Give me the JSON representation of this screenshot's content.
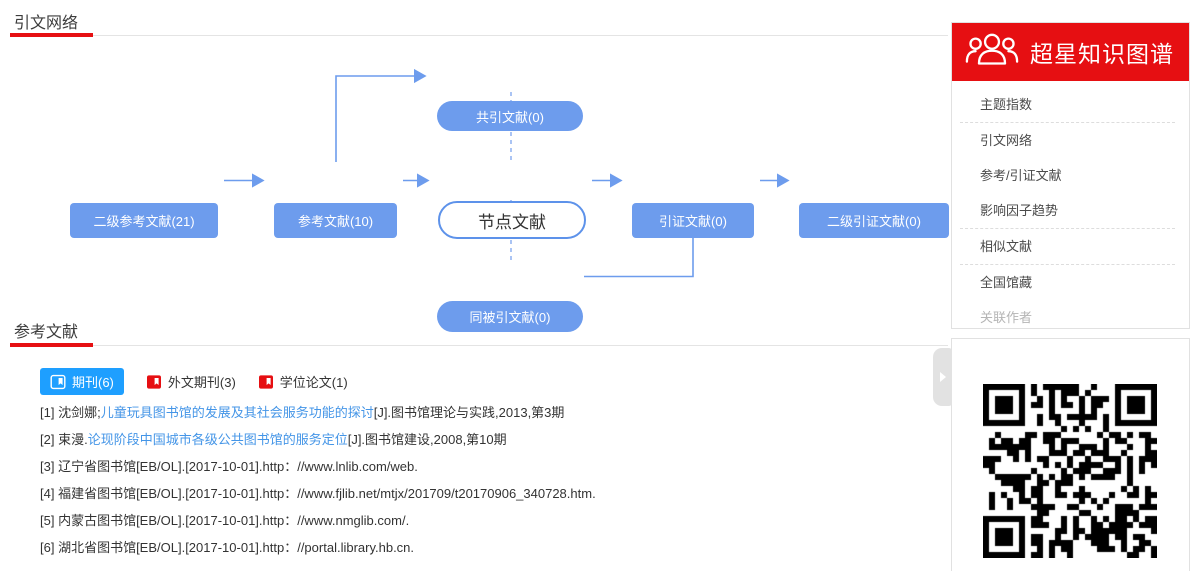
{
  "sections": {
    "citation_network_title": "引文网络",
    "references_title": "参考文献"
  },
  "diagram": {
    "nodes": {
      "secondary_refs": {
        "label": "二级参考文献(21)"
      },
      "refs": {
        "label": "参考文献(10)"
      },
      "node_doc": {
        "label": "节点文献"
      },
      "citing": {
        "label": "引证文献(0)"
      },
      "secondary_citing": {
        "label": "二级引证文献(0)"
      },
      "co_cited": {
        "label": "共引文献(0)"
      },
      "co_citing": {
        "label": "同被引文献(0)"
      }
    }
  },
  "tabs": [
    {
      "label": "期刊(6)",
      "selected": true
    },
    {
      "label": "外文期刊(3)",
      "selected": false
    },
    {
      "label": "学位论文(1)",
      "selected": false
    }
  ],
  "references": [
    {
      "prefix": "[1] 沈剑娜;",
      "link": "儿童玩具图书馆的发展及其社会服务功能的探讨",
      "suffix": "[J].图书馆理论与实践,2013,第3期"
    },
    {
      "prefix": "[2] 束漫.",
      "link": "论现阶段中国城市各级公共图书馆的服务定位",
      "suffix": "[J].图书馆建设,2008,第10期"
    },
    {
      "prefix": "[3] 辽宁省图书馆[EB/OL].[2017-10-01].http：//www.lnlib.com/web.",
      "link": "",
      "suffix": ""
    },
    {
      "prefix": "[4] 福建省图书馆[EB/OL].[2017-10-01].http：//www.fjlib.net/mtjx/201709/t20170906_340728.htm.",
      "link": "",
      "suffix": ""
    },
    {
      "prefix": "[5] 内蒙古图书馆[EB/OL].[2017-10-01].http：//www.nmglib.com/.",
      "link": "",
      "suffix": ""
    },
    {
      "prefix": "[6] 湖北省图书馆[EB/OL].[2017-10-01].http：//portal.library.hb.cn.",
      "link": "",
      "suffix": ""
    }
  ],
  "sidebar": {
    "brand": "超星知识图谱",
    "menu": [
      {
        "label": "主题指数"
      },
      {
        "label": "引文网络"
      },
      {
        "label": "参考/引证文献"
      },
      {
        "label": "影响因子趋势"
      },
      {
        "label": "相似文献"
      },
      {
        "label": "全国馆藏"
      },
      {
        "label": "关联作者"
      }
    ]
  },
  "icons": {
    "logo": "three-people-icon",
    "tab_icon": "journal-book-icon",
    "handle": "collapse-arrow-icon",
    "qr": "qr-code"
  },
  "colors": {
    "brand_red": "#e60f12",
    "node_blue": "#6d9ced",
    "node_border_blue": "#5d92ea",
    "selected_tab_blue": "#1e9fff",
    "link_blue": "#4495e7"
  }
}
